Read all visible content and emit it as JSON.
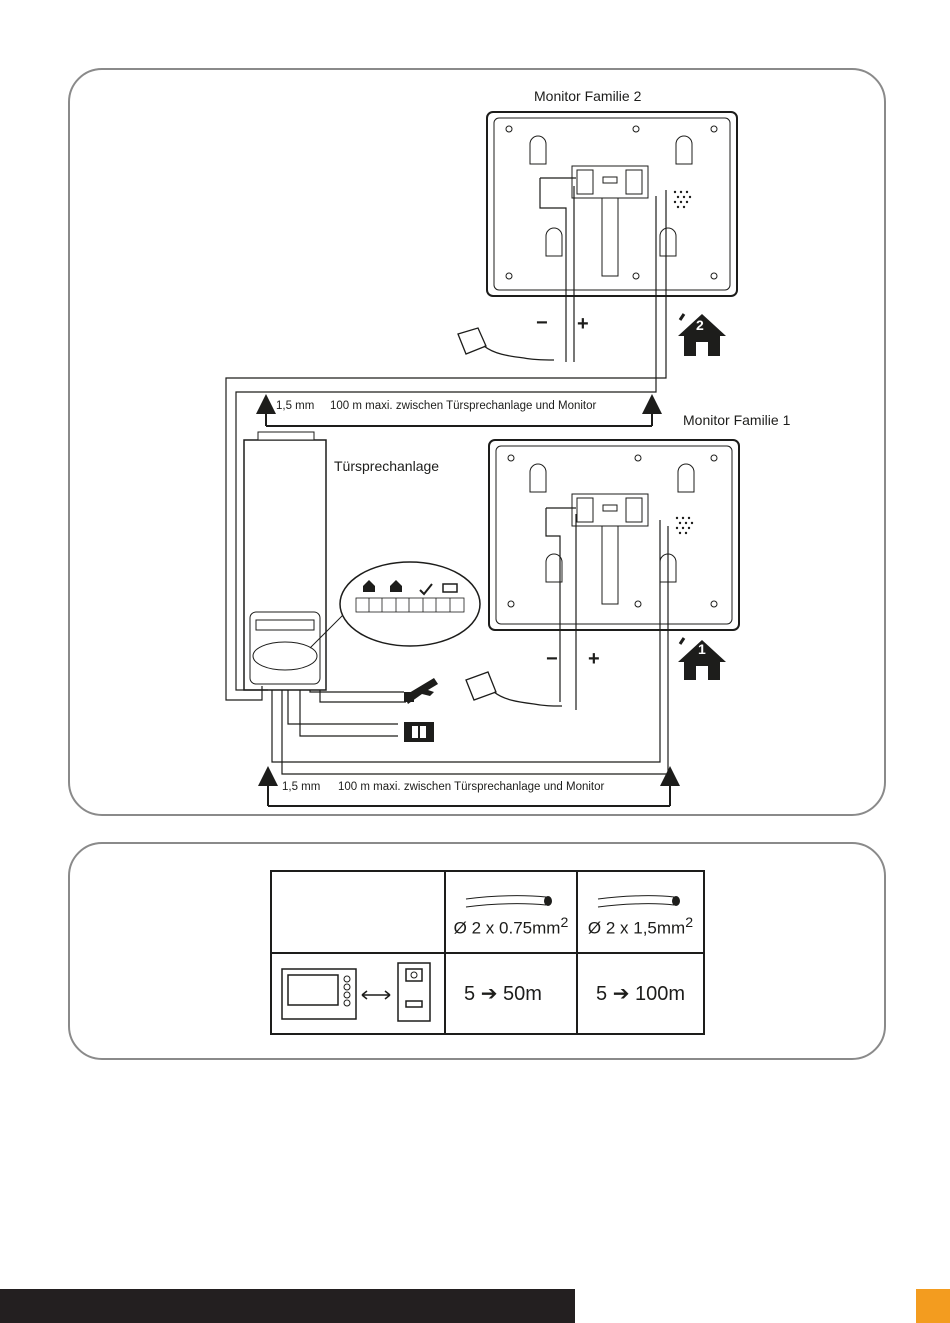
{
  "labels": {
    "monitor_2": "Monitor Familie 2",
    "monitor_1": "Monitor Familie 1",
    "door_station": "Türsprechanlage",
    "cable_gauge_top": "1,5 mm",
    "distance_top": "100 m maxi. zwischen Türsprechanlage und Monitor",
    "cable_gauge_bottom": "1,5 mm",
    "distance_bottom": "100 m maxi. zwischen Türsprechanlage und Monitor",
    "minus": "−",
    "plus": "+",
    "house_1": "1",
    "house_2": "2"
  },
  "table": {
    "col1_header": "Ø 2 x 0.75mm",
    "col1_sup": "2",
    "col2_header": "Ø 2 x 1,5mm",
    "col2_sup": "2",
    "col1_value_from": "5",
    "col1_value_to": "50m",
    "col2_value_from": "5",
    "col2_value_to": "100m"
  },
  "colors": {
    "footer_dark": "#231f20",
    "footer_accent": "#f39c1f",
    "line": "#1d1d1b"
  }
}
